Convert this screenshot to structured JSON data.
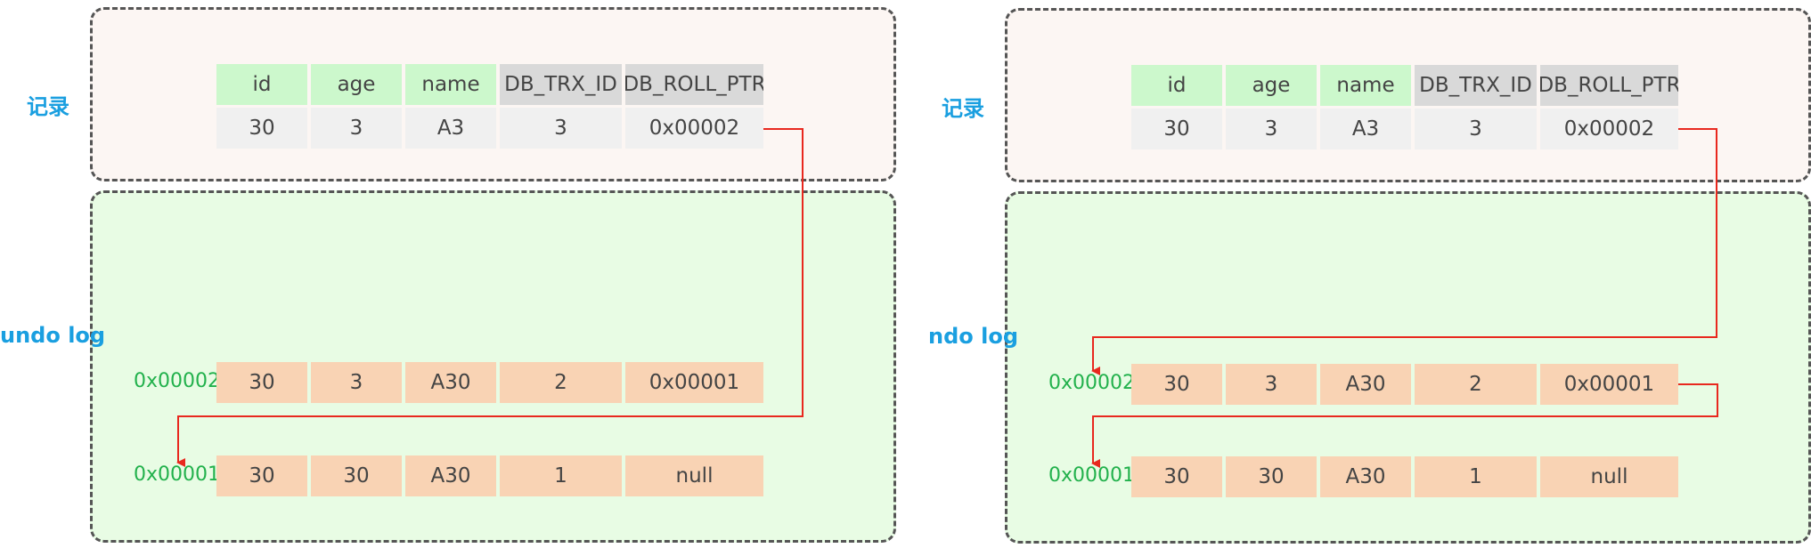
{
  "labels": {
    "record": "记录",
    "undo_left": "undo log",
    "undo_right": "ndo log"
  },
  "headers": [
    "id",
    "age",
    "name",
    "DB_TRX_ID",
    "DB_ROLL_PTR"
  ],
  "record_row": [
    "30",
    "3",
    "A3",
    "3",
    "0x00002"
  ],
  "undo_rows": [
    {
      "addr": "0x00002",
      "cells": [
        "30",
        "3",
        "A30",
        "2",
        "0x00001"
      ]
    },
    {
      "addr": "0x00001",
      "cells": [
        "30",
        "30",
        "A30",
        "1",
        "null"
      ]
    }
  ],
  "colors": {
    "label": "#1a9fe0",
    "addr": "#22b14c",
    "arrow": "#e8281e",
    "header_green": "#ccf8cc",
    "header_gray": "#d9d9d9",
    "record_value": "#f0f0f0",
    "undo_value": "#f9d3b4"
  }
}
